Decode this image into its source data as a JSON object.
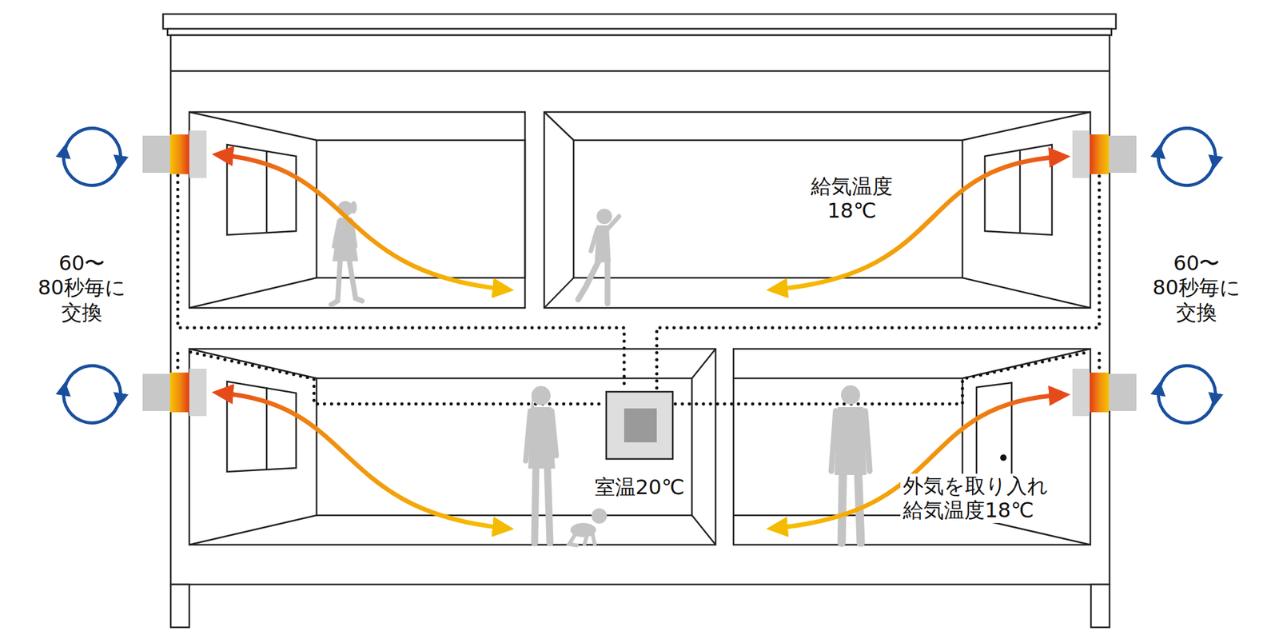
{
  "diagram": {
    "labels": [
      "60〜80秒毎に 交換",
      "給気温度 18℃",
      "60〜80秒毎に 交換",
      "室温20℃",
      "外気を取り入れ 給気温度18℃"
    ]
  }
}
